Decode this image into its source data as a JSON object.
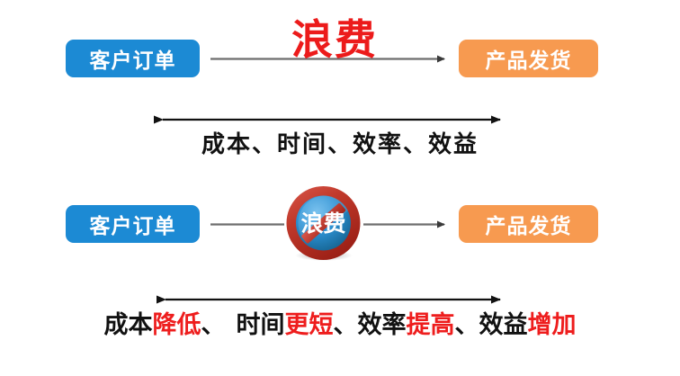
{
  "diagram": {
    "title": "Waste reduction process comparison",
    "colors": {
      "blue_box": "#1c8ad4",
      "orange_box": "#f79a50",
      "red_text": "#ee1d1d",
      "black_text": "#111111",
      "line": "#6e6e6e",
      "arrow": "#111111",
      "badge_ring": "#c0392b",
      "badge_sphere": "#1f7fc4"
    },
    "rows": {
      "top_flow": {
        "source_label": "客户订单",
        "middle_label": "浪费",
        "target_label": "产品发货",
        "arrow_direction": "left-to-right"
      },
      "top_caption": {
        "text": "成本、时间、效率、效益",
        "arrow_direction": "double"
      },
      "bottom_flow": {
        "source_label": "客户订单",
        "badge_label": "浪费",
        "badge_icon": "no-entry-icon",
        "target_label": "产品发货",
        "arrow_direction": "left-to-right"
      },
      "bottom_caption": {
        "arrow_direction": "double",
        "segments": [
          {
            "text": "成本",
            "color": "black"
          },
          {
            "text": "降低",
            "color": "red"
          },
          {
            "text": "、",
            "color": "black"
          },
          {
            "text": " ",
            "color": "black"
          },
          {
            "text": "时间",
            "color": "black"
          },
          {
            "text": "更短",
            "color": "red"
          },
          {
            "text": "、",
            "color": "black"
          },
          {
            "text": "效率",
            "color": "black"
          },
          {
            "text": "提高",
            "color": "red"
          },
          {
            "text": "、",
            "color": "black"
          },
          {
            "text": "效益",
            "color": "black"
          },
          {
            "text": "增加",
            "color": "red"
          }
        ]
      }
    }
  }
}
